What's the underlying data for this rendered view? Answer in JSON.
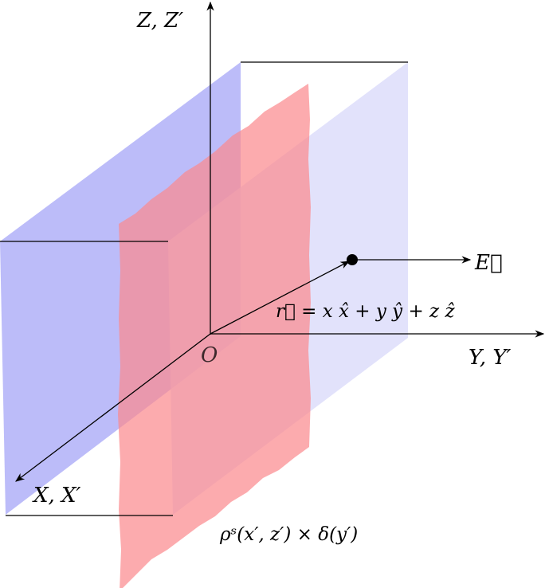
{
  "labels": {
    "z_axis": "Z, Z′",
    "y_axis": "Y, Y′",
    "x_axis": "X, X′",
    "origin": "O",
    "position_vector": "r⃗ = x x̂ + y ŷ + z ẑ",
    "field": "E⃗",
    "charge_density": "ρˢ(x′, z′) × δ(y′)"
  },
  "colors": {
    "blue_plane": "#bcbcf9",
    "blue_plane_light": "#e3e3fb",
    "red_sheet": "#fb8a8f",
    "axis": "#000000"
  }
}
